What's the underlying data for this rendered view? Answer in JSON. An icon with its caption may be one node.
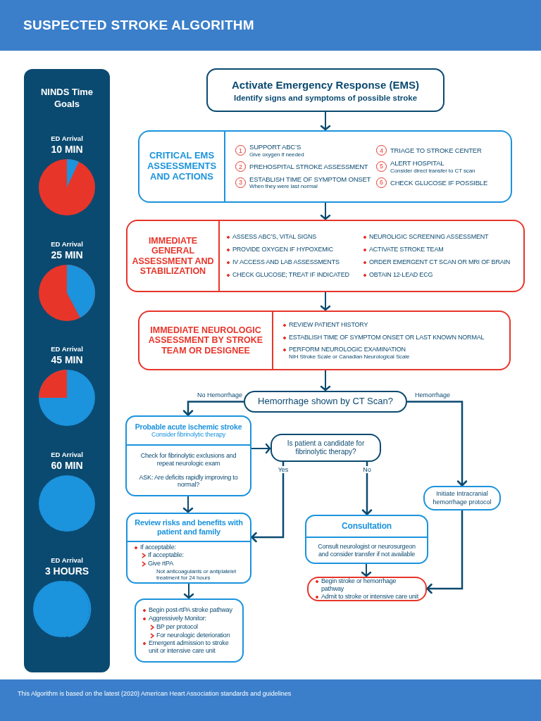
{
  "diagram": {
    "title": "SUSPECTED STROKE ALGORITHM",
    "caption": "This Algorithm is based on the latest (2020) American Heart Association standards and guidelines",
    "nodes": [
      {
        "text": [
          "Activate Emergency Response (EMS)",
          "Identify signs and symptoms of possible stroke"
        ]
      },
      {
        "text": [
          "CRITICAL EMS ASSESSMENTS AND ACTIONS",
          "1",
          "SUPPORT ABC’S",
          "Give oxygen if needed",
          "2",
          "PREHOSPITAL STROKE ASSESSMENT",
          "3",
          "ESTABLISH TIME OF SYMPTOM ONSET",
          "When they were last normal",
          "4",
          "TRIAGE TO STROKE CENTER",
          "5",
          "ALERT HOSPITAL",
          "Consider direct transfer to CT scan",
          "6",
          "CHECK GLUCOSE IF POSSIBLE"
        ]
      },
      {
        "text": [
          "IMMEDIATE GENERAL ASSESSMENT AND STABILIZATION",
          "ASSESS ABC’S, VITAL SIGNS",
          "PROVIDE OXYGEN IF HYPOXEMIC",
          "IV ACCESS AND LAB ASSESSMENTS",
          "CHECK GLUCOSE; TREAT IF INDICATED",
          "NEUROLIGIC SCREENING ASSESSMENT",
          "ACTIVATE STROKE TEAM",
          "ORDER EMERGENT CT SCAN OR MRI OF BRAIN",
          "OBTAIN 12-LEAD ECG"
        ]
      },
      {
        "text": [
          "IMMEDIATE NEUROLOGIC ASSESSMENT BY STROKE TEAM OR DESIGNEE",
          "REVIEW PATIENT HISTORY",
          "ESTABLISH TIME OF SYMPTOM ONSET OR LAST KNOWN NORMAL",
          "PERFORM NEUROLOGIC EXAMINATION",
          "NIH Stroke Scale or Canadian Neurological Scale"
        ]
      },
      {
        "text": [
          "Hemorrhage shown by CT Scan?"
        ]
      },
      {
        "text": [
          "Probable acute ischemic stroke",
          "Consider fibrinolytic therapy",
          "Check for fibrinolytic exclusions and repeat neurologic exam",
          "ASK: Are deficits rapidly improving to normal?"
        ]
      },
      {
        "text": [
          "Is patient a candidate for fibrinolytic therapy?"
        ]
      },
      {
        "text": [
          "Initiate Intracranial hemorrhage protocol"
        ]
      },
      {
        "text": [
          "Review risks and benefits with patient and family",
          "If acceptable:",
          "If acceptable:",
          "Give rtPA",
          "Not anticoagulants or antiplatelet treatment for 24 hours"
        ]
      },
      {
        "text": [
          "Consultation",
          "Consult neurologist or neurosurgeon and consider transfer if not available"
        ]
      },
      {
        "text": [
          "Begin post-rtPA stroke pathway",
          "Aggressively Monitor:",
          "BP per protocol",
          "For neurologic deterioration",
          "Emergent admission to stroke unit or intensive care unit"
        ]
      },
      {
        "text": [
          "Begin stroke or hemorrhage pathway",
          "Admit to stroke or intensive care unit"
        ]
      },
      {
        "text": [
          "NINDS Time Goals",
          "ED Arrival",
          "10 MIN",
          "ED Arrival",
          "25 MIN",
          "ED Arrival",
          "45 MIN",
          "ED Arrival",
          "60 MIN",
          "ED Arrival",
          "3 HOURS"
        ]
      }
    ],
    "edges": [
      {
        "from": 0,
        "to": 1,
        "arrow": "to"
      },
      {
        "from": 1,
        "to": 2,
        "arrow": "to"
      },
      {
        "from": 2,
        "to": 3,
        "arrow": "to"
      },
      {
        "from": 3,
        "to": 4,
        "arrow": "to"
      },
      {
        "from": 4,
        "to": 5,
        "arrow": "to",
        "label": "No Hemorrhage"
      },
      {
        "from": 4,
        "to": 7,
        "arrow": "to",
        "label": "Hemorrhage"
      },
      {
        "from": 5,
        "to": 6,
        "arrow": "to"
      },
      {
        "from": 6,
        "to": 8,
        "arrow": "to",
        "label": "Yes"
      },
      {
        "from": 6,
        "to": 9,
        "arrow": "to",
        "label": "No"
      },
      {
        "from": 5,
        "to": 8,
        "arrow": "to"
      },
      {
        "from": 7,
        "to": 11,
        "arrow": "to"
      },
      {
        "from": 8,
        "to": 10,
        "arrow": "to"
      },
      {
        "from": 9,
        "to": 11,
        "arrow": "to"
      }
    ]
  }
}
